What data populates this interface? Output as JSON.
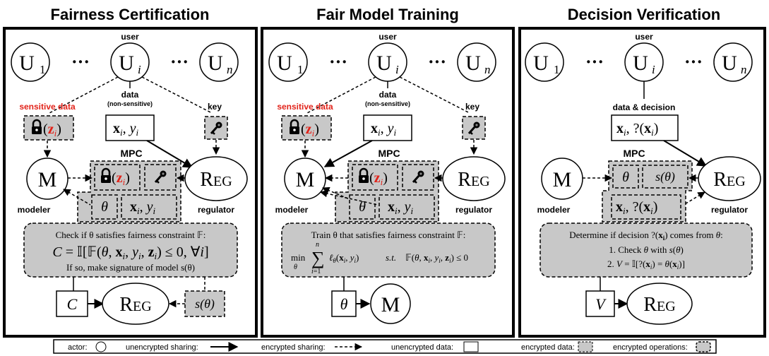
{
  "panels": [
    {
      "title": "Fairness Certification",
      "user_label": "user",
      "users": [
        "U",
        "U",
        "U"
      ],
      "user_subs": [
        "1",
        "i",
        "n"
      ],
      "ellipsis": "···",
      "sensitive_label": "sensitive data",
      "data_label": "data",
      "data_sub_label": "(non-sensitive)",
      "data_value": "x",
      "data_value_rest": ", y",
      "key_label": "key",
      "mpc_label": "MPC",
      "modeler_label": "modeler",
      "regulator_label": "regulator",
      "M": "M",
      "reg": "REG",
      "theta": "θ",
      "cell_data": "x",
      "cell_data_rest": ", y",
      "lock_var": "z",
      "desc_line1": "Check if θ satisfies fairness constraint 𝔽:",
      "desc_line2": "C = 𝕀[𝔽(θ, x",
      "desc_line2b": ", y",
      "desc_line2c": ", z",
      "desc_line2d": ") ≤ 0, ∀i]",
      "desc_line3": "If so, make signature of model s(θ)",
      "out_left": "C",
      "out_right": "s(θ)"
    },
    {
      "title": "Fair Model Training",
      "user_label": "user",
      "sensitive_label": "sensitive data",
      "data_label": "data",
      "data_sub_label": "(non-sensitive)",
      "key_label": "key",
      "mpc_label": "MPC",
      "modeler_label": "modeler",
      "regulator_label": "regulator",
      "desc_line1": "Train θ that satisfies fairness constraint 𝔽:",
      "desc_min": "min",
      "desc_sum_top": "n",
      "desc_sum_bot": "i=1",
      "desc_obj": "ℓθ(xi, yi)",
      "desc_st": "s.t.",
      "desc_constraint": "𝔽(θ, xi, yi, zi) ≤ 0",
      "out_left": "θ"
    },
    {
      "title": "Decision Verification",
      "user_label": "user",
      "data_label": "data & decision",
      "mpc_label": "MPC",
      "modeler_label": "modeler",
      "regulator_label": "regulator",
      "cell_sig": "s(θ)",
      "desc_line1": "Determine if decision ?(xi) comes from θ:",
      "desc_line2": "1. Check θ with s(θ)",
      "desc_line3": "2. V = 𝕀[?(xi) = θ(xi)]",
      "out_left": "V"
    }
  ],
  "legend": {
    "actor": "actor:",
    "unenc_sharing": "unencrypted sharing:",
    "enc_sharing": "encrypted sharing:",
    "unenc_data": "unencrypted data:",
    "enc_data": "encrypted data:",
    "enc_ops": "encrypted operations:"
  }
}
